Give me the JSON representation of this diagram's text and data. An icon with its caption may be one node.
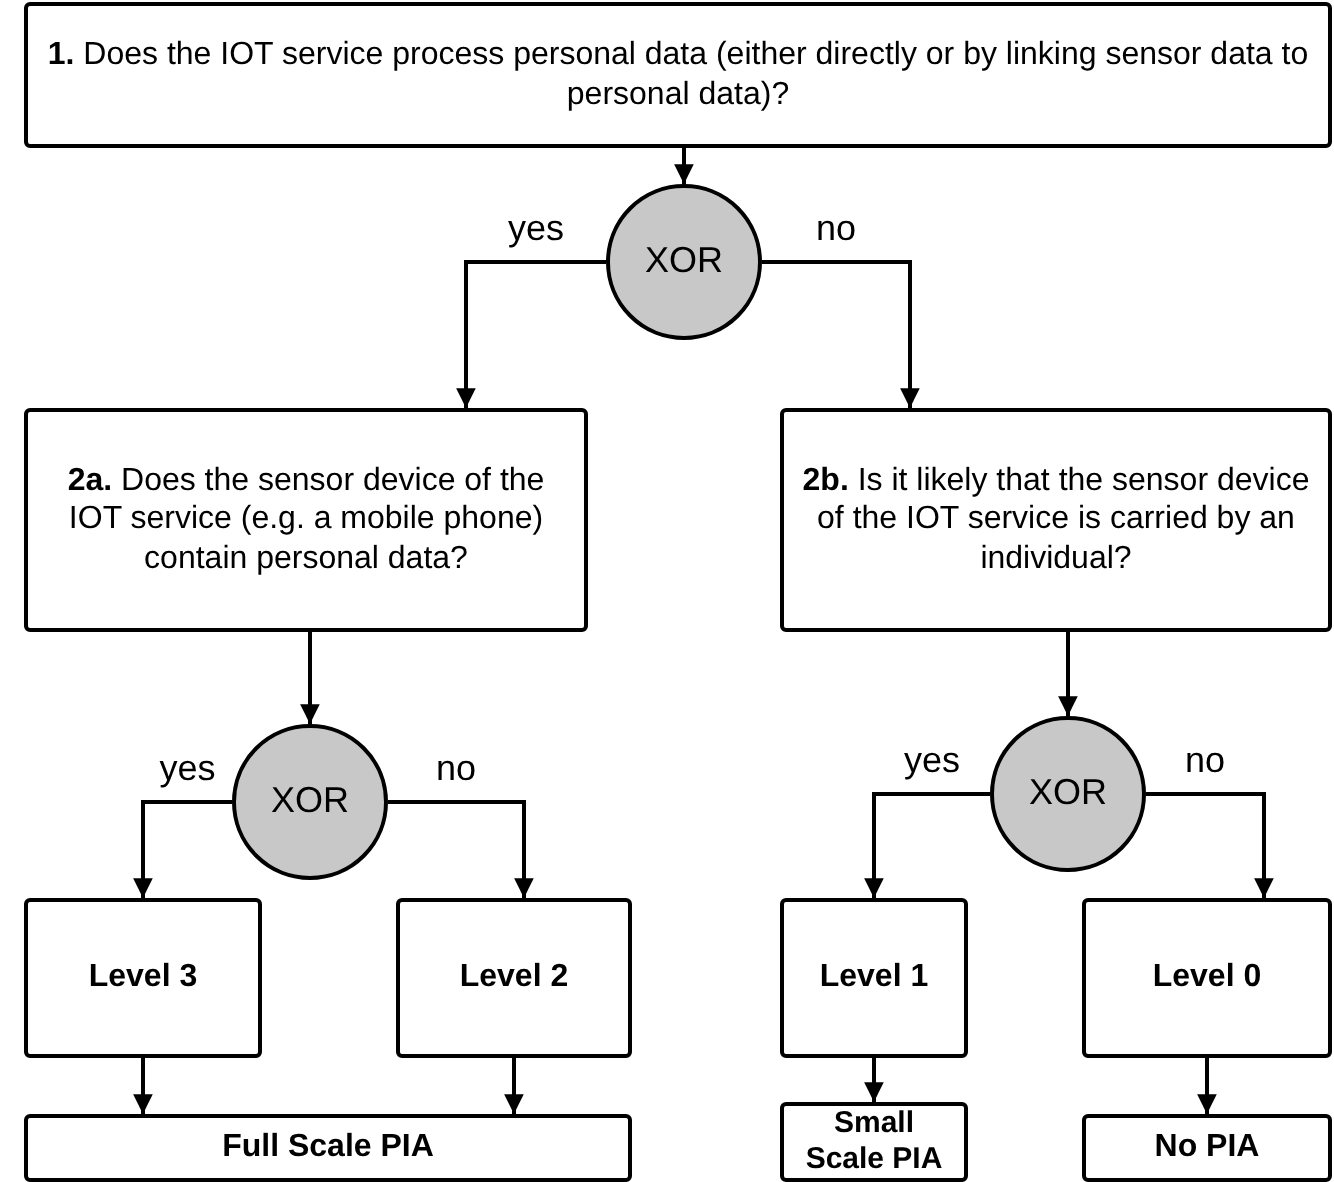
{
  "diagram": {
    "nodes": [
      {
        "text": [
          "**1.** Does the IOT service process personal data (either directly or by linking sensor data to personal data)?"
        ]
      },
      {
        "text": [
          "XOR"
        ]
      },
      {
        "text": [
          "**2a.** Does the sensor device of the IOT service (e.g. a mobile phone) contain personal data?"
        ]
      },
      {
        "text": [
          "**2b.** Is it likely that the sensor device of the IOT service is carried by an individual?"
        ]
      },
      {
        "text": [
          "XOR"
        ]
      },
      {
        "text": [
          "XOR"
        ]
      },
      {
        "text": [
          "Level 3"
        ]
      },
      {
        "text": [
          "Level 2"
        ]
      },
      {
        "text": [
          "Level 1"
        ]
      },
      {
        "text": [
          "Level 0"
        ]
      },
      {
        "text": [
          "Full Scale PIA"
        ]
      },
      {
        "text": [
          "Small Scale PIA"
        ]
      },
      {
        "text": [
          "No PIA"
        ]
      }
    ],
    "edges": [
      {
        "from": 0,
        "to": 1,
        "arrow": "to"
      },
      {
        "from": 1,
        "to": 2,
        "arrow": "to",
        "label": "yes"
      },
      {
        "from": 1,
        "to": 3,
        "arrow": "to",
        "label": "no"
      },
      {
        "from": 2,
        "to": 4,
        "arrow": "to"
      },
      {
        "from": 4,
        "to": 6,
        "arrow": "to",
        "label": "yes"
      },
      {
        "from": 4,
        "to": 7,
        "arrow": "to",
        "label": "no"
      },
      {
        "from": 3,
        "to": 5,
        "arrow": "to"
      },
      {
        "from": 5,
        "to": 8,
        "arrow": "to",
        "label": "yes"
      },
      {
        "from": 5,
        "to": 9,
        "arrow": "to",
        "label": "no"
      },
      {
        "from": 6,
        "to": 10,
        "arrow": "to"
      },
      {
        "from": 7,
        "to": 10,
        "arrow": "to"
      },
      {
        "from": 8,
        "to": 11,
        "arrow": "to"
      },
      {
        "from": 9,
        "to": 12,
        "arrow": "to"
      }
    ]
  }
}
